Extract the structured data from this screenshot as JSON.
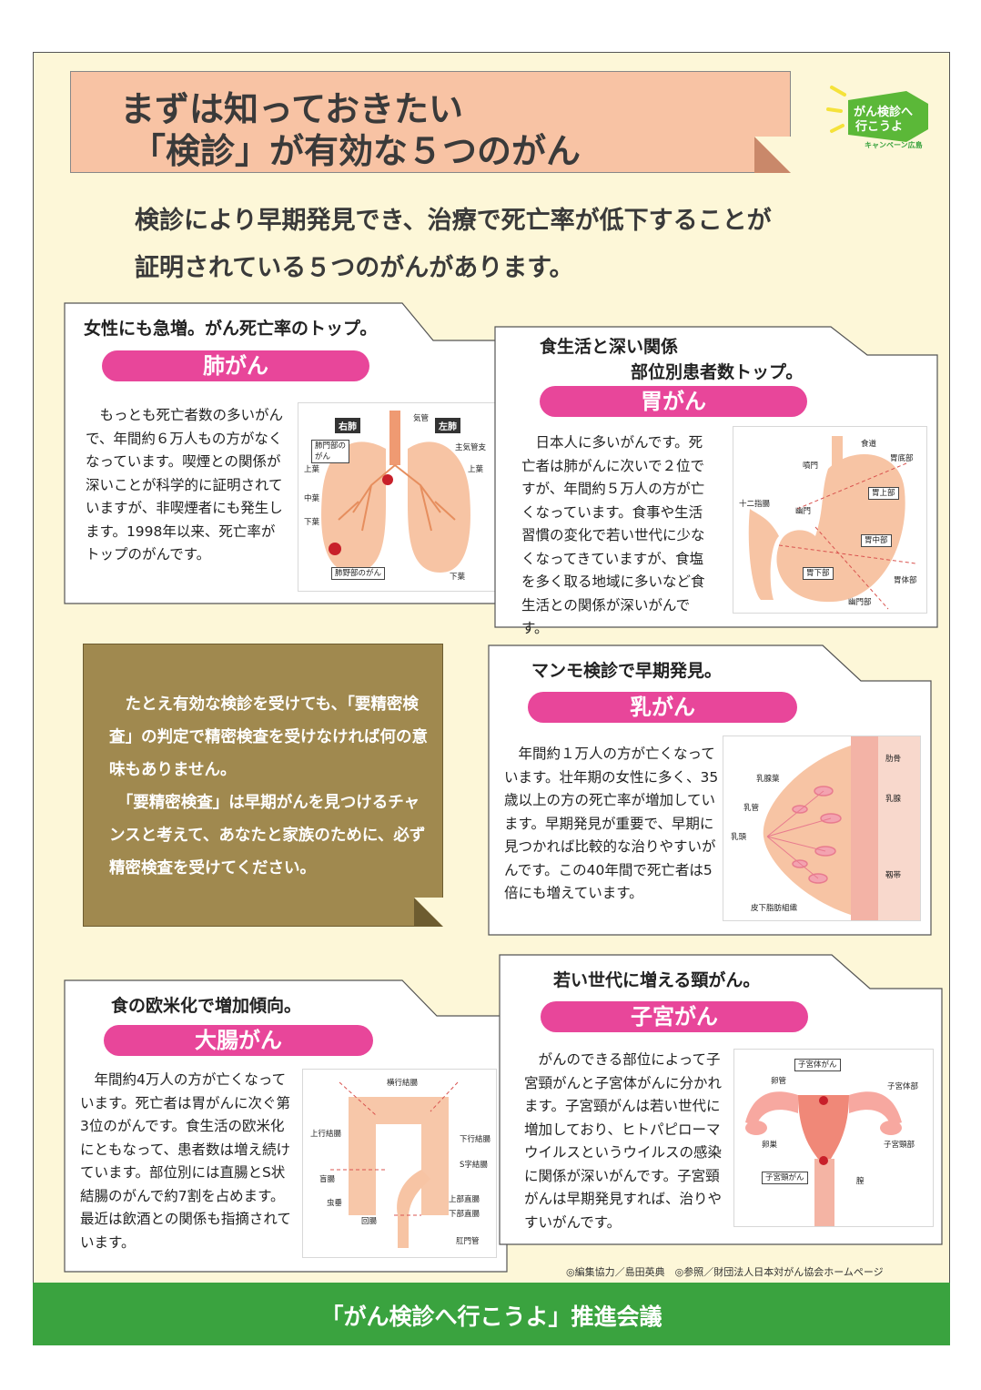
{
  "title": {
    "line1": "まずは知っておきたい",
    "line2": "「検診」が有効な５つのがん"
  },
  "logo": {
    "line1": "がん検診へ",
    "line2": "行こうよ",
    "line3": "キャンペーン広島"
  },
  "intro": {
    "line1": "検診により早期発見でき、治療で死亡率が低下することが",
    "line2": "証明されている５つのがんがあります。"
  },
  "lung": {
    "lead": "女性にも急増。がん死亡率のトップ。",
    "name": "肺がん",
    "body": "　もっとも死亡者数の多いがんで、年間約６万人もの方がなくなっています。喫煙との関係が深いことが科学的に証明されていますが、非喫煙者にも発生します。1998年以来、死亡率がトップのがんです。",
    "labels": {
      "right": "右肺",
      "left": "左肺",
      "trachea": "気管",
      "hilar": "肺門部の\nがん",
      "bronchus": "主気管支",
      "upper_r": "上葉",
      "middle": "中葉",
      "lower_r": "下葉",
      "upper_l": "上葉",
      "lower_l": "下葉",
      "peripheral": "肺野部のがん"
    }
  },
  "stomach": {
    "lead1": "食生活と深い関係",
    "lead2": "部位別患者数トップ。",
    "name": "胃がん",
    "body": "　日本人に多いがんです。死亡者は肺がんに次いで２位ですが、年間約５万人の方が亡くなっています。食事や生活習慣の変化で若い世代に少なくなってきていますが、食塩を多く取る地域に多いなど食生活との関係が深いがんです。",
    "labels": {
      "esophagus": "食道",
      "cardia": "噴門",
      "fundus": "胃底部",
      "upper": "胃上部",
      "duodenum": "十二指腸",
      "pylorus": "幽門",
      "middle": "胃中部",
      "lower": "胃下部",
      "body": "胃体部",
      "antrum": "幽門部"
    }
  },
  "note": {
    "para1": "　たとえ有効な検診を受けても、「要精密検査」の判定で精密検査を受けなければ何の意味もありません。",
    "para2": "　「要精密検査」は早期がんを見つけるチャンスと考えて、あなたと家族のために、必ず精密検査を受けてください。"
  },
  "breast": {
    "lead": "マンモ検診で早期発見。",
    "name": "乳がん",
    "body": "　年間約１万人の方が亡くなっています。壮年期の女性に多く、35歳以上の方の死亡率が増加しています。早期発見が重要で、早期に見つかれば比較的な治りやすいがんです。この40年間で死亡者は5倍にも増えています。",
    "labels": {
      "rib": "肋骨",
      "lobe": "乳腺葉",
      "gland": "乳腺",
      "duct": "乳管",
      "nipple": "乳頭",
      "ligament": "靱帯",
      "fat": "皮下脂肪組織"
    }
  },
  "colon": {
    "lead": "食の欧米化で増加傾向。",
    "name": "大腸がん",
    "body": "　年間約4万人の方が亡くなっています。死亡者は胃がんに次ぐ第3位のがんです。食生活の欧米化にともなって、患者数は増え続けています。部位別には直腸とS状結腸のがんで約7割を占めます。最近は飲酒との関係も指摘されています。",
    "labels": {
      "transverse": "横行結腸",
      "ascending": "上行結腸",
      "descending": "下行結腸",
      "sigmoid": "S字結腸",
      "cecum": "盲腸",
      "appendix": "虫垂",
      "ileum": "回腸",
      "upper_rectum": "上部直腸",
      "lower_rectum": "下部直腸",
      "anus": "肛門管"
    }
  },
  "uterus": {
    "lead": "若い世代に増える頸がん。",
    "name": "子宮がん",
    "body": "　がんのできる部位によって子宮頸がんと子宮体がんに分かれます。子宮頸がんは若い世代に増加しており、ヒトパピローマウイルスというウイルスの感染に関係が深いがんです。子宮頸がんは早期発見すれば、治りやすいがんです。",
    "labels": {
      "body_cancer": "子宮体がん",
      "tube": "卵管",
      "body": "子宮体部",
      "ovary": "卵巣",
      "cervix": "子宮頸部",
      "cervical_cancer": "子宮頸がん",
      "vagina": "膣"
    }
  },
  "credit": "◎編集協力／島田英典　◎参照／財団法人日本対がん協会ホームページ",
  "footer": "「がん検診へ行こうよ」推進会議",
  "colors": {
    "pink": "#e8469a",
    "green": "#3aa33f",
    "note": "#a0894f",
    "salmon": "#f8c3a4",
    "organ": "#f7c4a4"
  }
}
